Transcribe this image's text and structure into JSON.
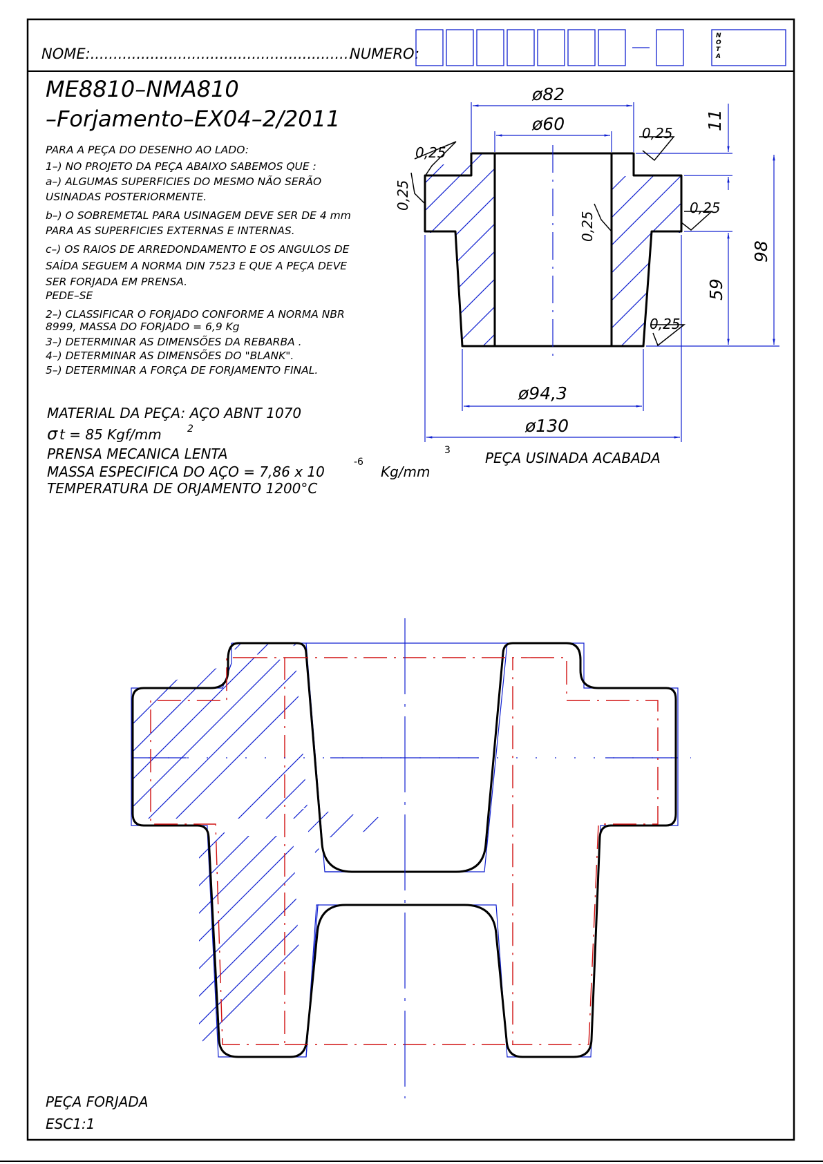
{
  "header": {
    "nome_label": "NOME:.........................................................",
    "numero_label": "NUMERO:",
    "nota_label": [
      "N",
      "O",
      "T",
      "A"
    ],
    "numero_boxes": [
      "",
      "",
      "",
      "",
      "",
      "",
      "",
      "-",
      ""
    ]
  },
  "title": {
    "line1": "ME8810–NMA810",
    "line2": "–Forjamento–EX04–2/2011"
  },
  "statement": [
    "PARA A PEÇA DO DESENHO AO LADO:",
    "1–) NO PROJETO DA PEÇA ABAIXO SABEMOS QUE :",
    "a–) ALGUMAS SUPERFICIES DO MESMO NÃO SERÃO",
    "USINADAS POSTERIORMENTE.",
    "b–) O SOBREMETAL PARA USINAGEM DEVE SER DE 4 mm",
    "PARA AS SUPERFICIES EXTERNAS E INTERNAS.",
    "c–) OS RAIOS DE ARREDONDAMENTO E OS ANGULOS DE",
    "SAÍDA SEGUEM A NORMA DIN 7523 E QUE A PEÇA DEVE",
    "SER FORJADA EM PRENSA.",
    "PEDE–SE",
    "2–) CLASSIFICAR O FORJADO CONFORME A NORMA NBR",
    "8999, MASSA DO FORJADO = 6,9 Kg",
    "3–) DETERMINAR AS DIMENSÕES DA REBARBA .",
    "4–) DETERMINAR AS DIMENSÕES DO \"BLANK\".",
    "5–) DETERMINAR A FORÇA DE FORJAMENTO FINAL."
  ],
  "material": {
    "line1": "MATERIAL DA PEÇA: AÇO ABNT 1070",
    "sigma_symbol": "σ",
    "sigma_text": "t  =  85  Kgf/mm",
    "sigma_exp": "2",
    "line3": "PRENSA MECANICA LENTA",
    "line4_a": "MASSA ESPECIFICA DO AÇO  =  7,86  x  10",
    "line4_exp1": "-6",
    "line4_b": "Kg/mm",
    "line4_exp2": "3",
    "line5": "TEMPERATURA DE ORJAMENTO 1200°C"
  },
  "dimensions": {
    "d82": "ø82",
    "d60": "ø60",
    "d94": "ø94,3",
    "d130": "ø130",
    "h11": "11",
    "h98": "98",
    "h59": "59",
    "roughness": "0,25"
  },
  "captions": {
    "machined": "PEÇA USINADA ACABADA",
    "forged": "PEÇA FORJADA",
    "scale": "ESC1:1"
  }
}
